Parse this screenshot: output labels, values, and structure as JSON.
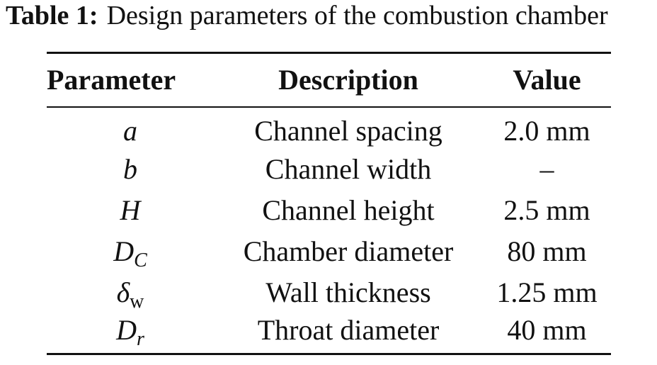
{
  "caption": {
    "label": "Table 1:",
    "text": "Design parameters of the combustion chamber"
  },
  "table": {
    "headers": [
      "Parameter",
      "Description",
      "Value"
    ],
    "rows": [
      {
        "symbol": "a",
        "subscript": "",
        "description": "Channel spacing",
        "value": "2.0 mm"
      },
      {
        "symbol": "b",
        "subscript": "",
        "description": "Channel width",
        "value": "–"
      },
      {
        "symbol": "H",
        "subscript": "",
        "description": "Channel height",
        "value": "2.5 mm"
      },
      {
        "symbol": "D",
        "subscript": "C",
        "description": "Chamber diameter",
        "value": "80 mm"
      },
      {
        "symbol": "δ",
        "subscript": "w",
        "description": "Wall thickness",
        "value": "1.25 mm"
      },
      {
        "symbol": "D",
        "subscript": "r",
        "description": "Throat diameter",
        "value": "40 mm"
      }
    ]
  }
}
